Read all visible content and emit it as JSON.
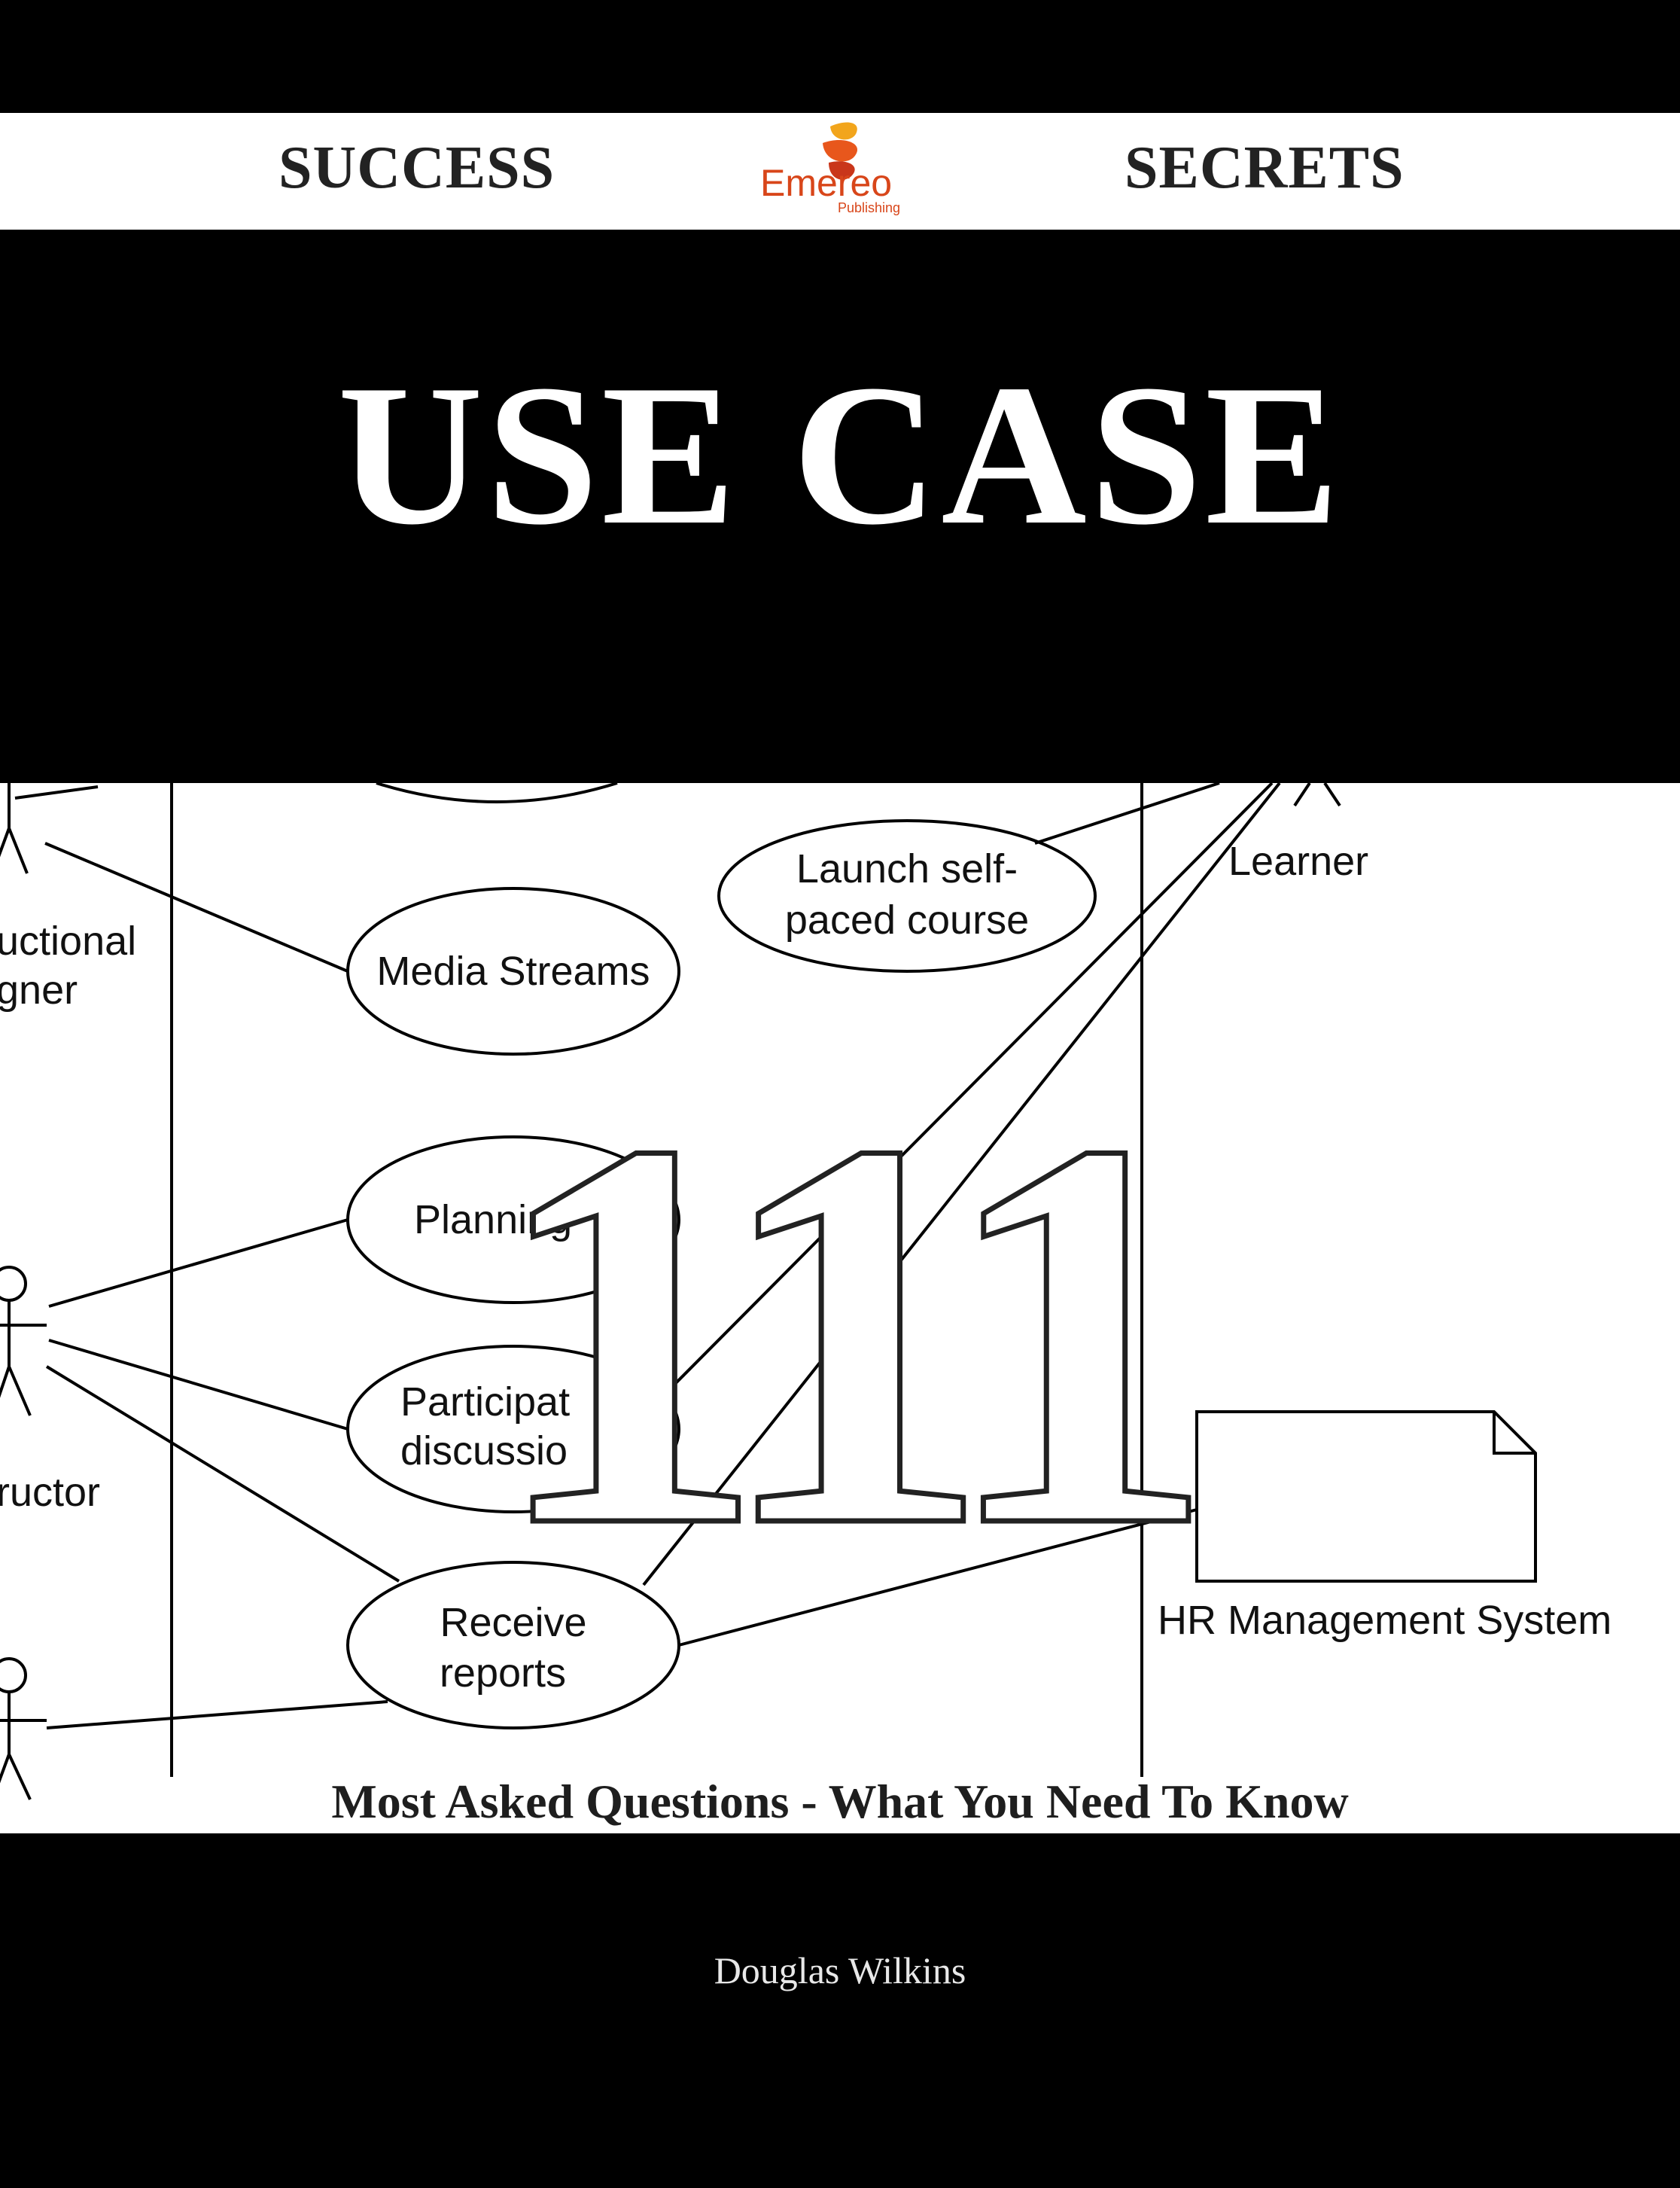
{
  "header": {
    "left_word": "SUCCESS",
    "right_word": "SECRETS",
    "logo_text": "Emereo",
    "logo_subtext": "Publishing"
  },
  "title": "USE CASE",
  "big_number": "111",
  "subtitle": "Most Asked Questions - What You Need To Know",
  "author": "Douglas Wilkins",
  "diagram": {
    "use_cases": [
      {
        "lines": [
          "Launch self-",
          "paced course"
        ]
      },
      {
        "lines": [
          "Media Streams"
        ]
      },
      {
        "lines": [
          "Planning"
        ]
      },
      {
        "lines": [
          "Participat",
          "discussio"
        ]
      },
      {
        "lines": [
          "Receive",
          "reports"
        ]
      }
    ],
    "actors": {
      "designer_lines": [
        "uctional",
        "gner"
      ],
      "instructor": "ructor",
      "learner": "Learner"
    },
    "system_label": "HR Management System"
  },
  "colors": {
    "background": "#000000",
    "band": "#ffffff",
    "logo_orange": "#e8571c",
    "logo_yellow": "#f2a51c"
  }
}
